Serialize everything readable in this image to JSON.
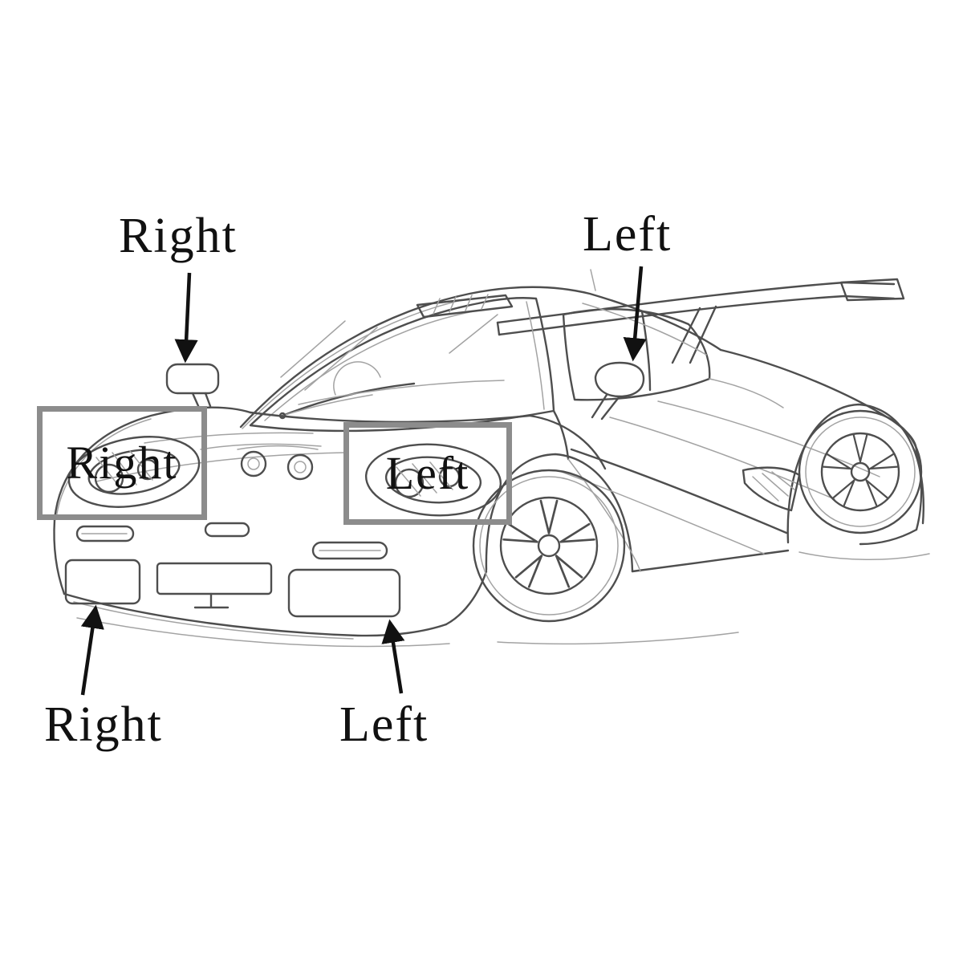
{
  "colors": {
    "background": "#ffffff",
    "sketch": "#4e4e4e",
    "sketch_light": "#a3a3a3",
    "annotation": "#111111",
    "box_border": "#8c8c8c"
  },
  "labels": {
    "mirror_right": "Right",
    "mirror_left": "Left",
    "headlight_right": "Right",
    "headlight_left": "Left",
    "grille_right": "Right",
    "grille_left": "Left"
  }
}
